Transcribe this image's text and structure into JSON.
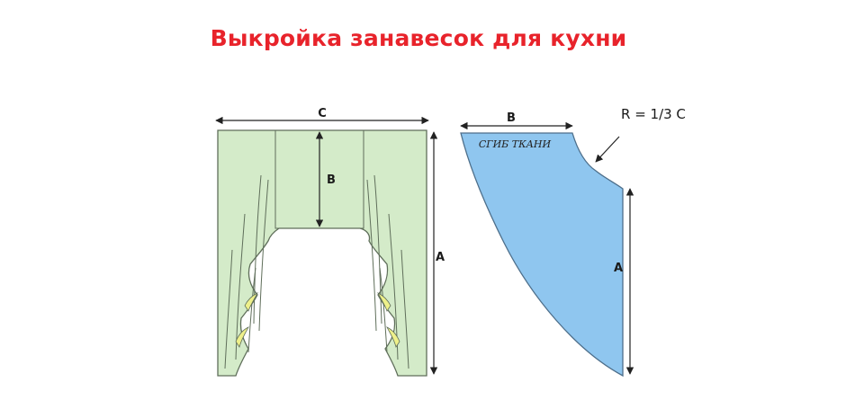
{
  "title": "Выкройка занавесок для кухни",
  "left_pattern": {
    "label_width": "C",
    "label_inner_depth": "B",
    "label_height": "A",
    "fill_color": "#d4ebc9",
    "accent_color": "#eef08a"
  },
  "right_pattern": {
    "label_top": "B",
    "label_side": "A",
    "fold_note": "СГИБ ТКАНИ",
    "radius_note": "R = 1/3 C",
    "fill_color": "#8fc6ef"
  }
}
